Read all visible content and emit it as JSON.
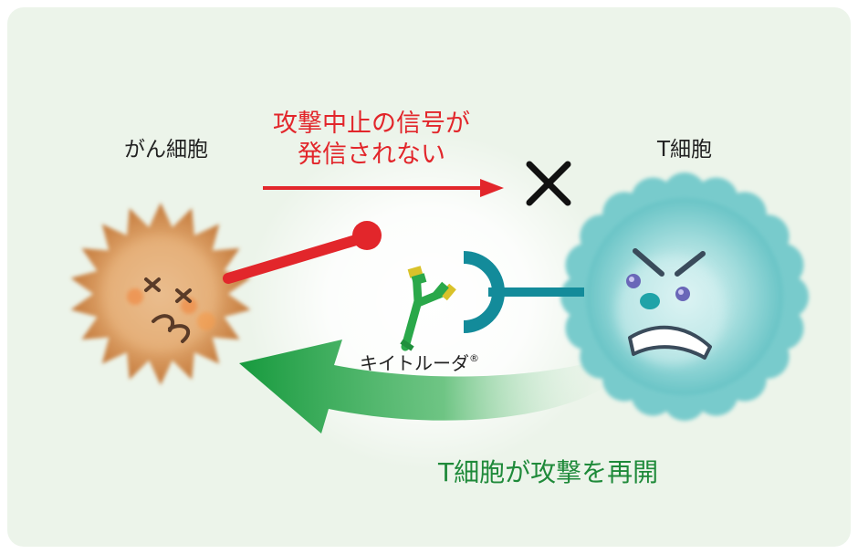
{
  "labels": {
    "cancer_cell": "がん細胞",
    "t_cell": "T細胞",
    "signal_line1": "攻撃中止の信号が",
    "signal_line2": "発信されない",
    "drug_name": "キイトルーダ",
    "drug_mark": "®",
    "attack_resumed": "T細胞が攻撃を再開"
  },
  "colors": {
    "panel_background": "#ecf4ea",
    "signal_red": "#e2262b",
    "receptor_teal": "#138b9a",
    "antibody_green": "#2aa84a",
    "antibody_yellow": "#d9c22a",
    "attack_arrow_green": "#1f9e44",
    "cancer_cell_orange": "#d99a5c",
    "t_cell_cyan": "#7fcfcf"
  },
  "icons": {
    "blocked_signal": "cross-mark-icon",
    "antibody": "antibody-y-icon"
  }
}
